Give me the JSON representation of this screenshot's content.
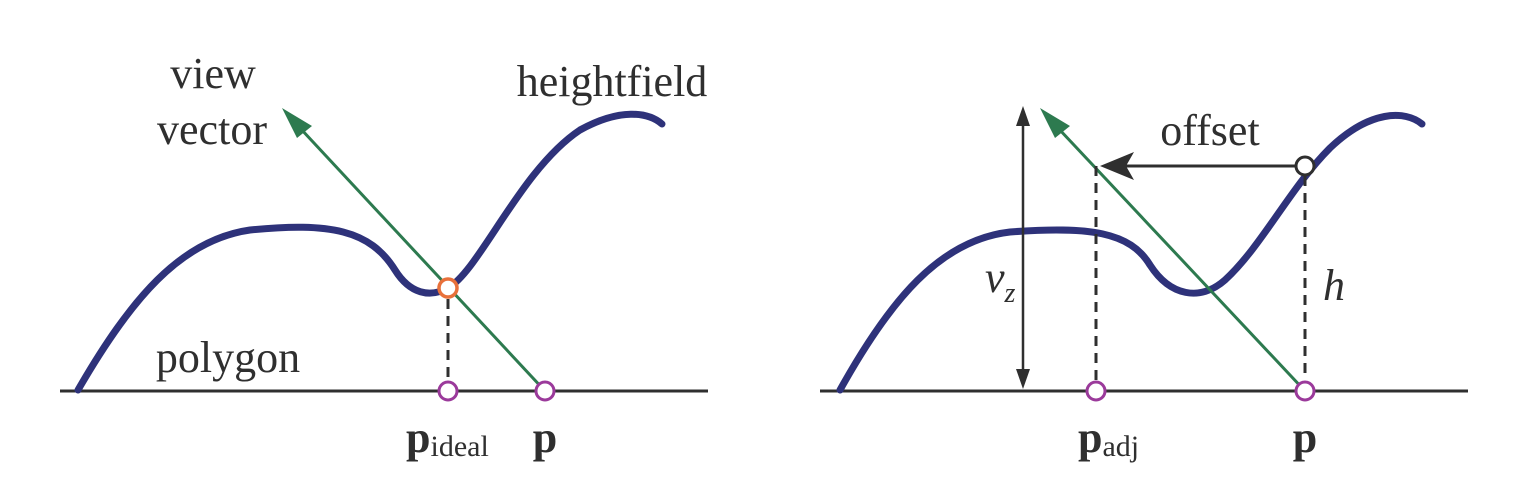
{
  "left_panel": {
    "view_vector_line1": "view",
    "view_vector_line2": "vector",
    "heightfield_label": "heightfield",
    "polygon_label": "polygon",
    "p_ideal_base": "p",
    "p_ideal_sub": "ideal",
    "p_label": "p"
  },
  "right_panel": {
    "offset_label": "offset",
    "vz_base": "v",
    "vz_sub": "z",
    "h_label": "h",
    "p_adj_base": "p",
    "p_adj_sub": "adj",
    "p_label": "p"
  },
  "colors": {
    "heightfield": "#2e327a",
    "view_vector": "#2d7a4f",
    "surface_point": "#e8703a",
    "sample_point": "#9b3a9b",
    "line": "#2f2f2f"
  }
}
